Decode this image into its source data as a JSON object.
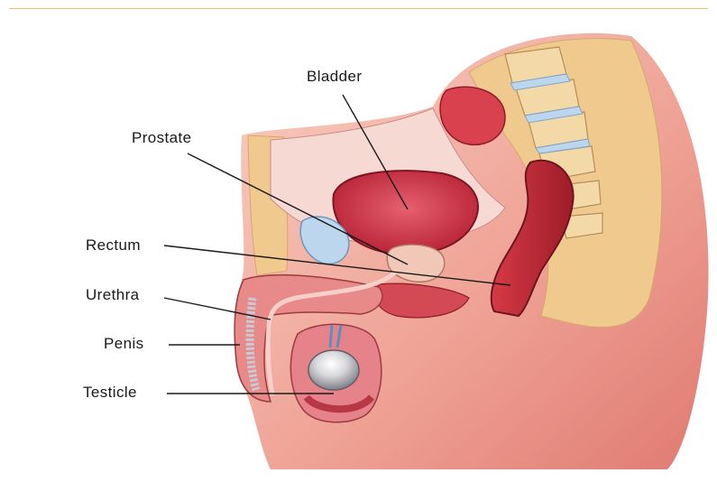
{
  "figure": {
    "labels": {
      "bladder": "Bladder",
      "prostate": "Prostate",
      "rectum": "Rectum",
      "urethra": "Urethra",
      "penis": "Penis",
      "testicle": "Testicle"
    },
    "colors": {
      "rule": "#e3c46a",
      "skin": "#f2b7a8",
      "muscle": "#c8323c",
      "fat": "#f0c98e",
      "bone": "#f4d9a8",
      "fluid": "#bcd6ee",
      "leader_line": "#1a1a1a"
    }
  }
}
